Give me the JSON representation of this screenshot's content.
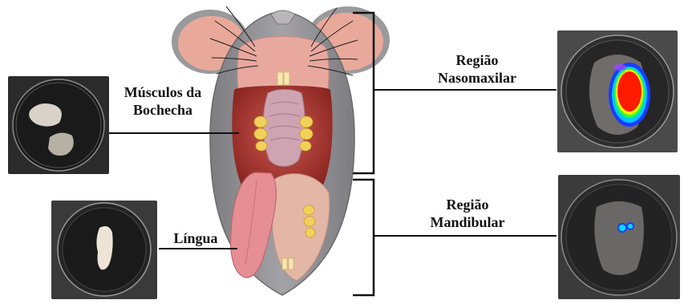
{
  "labels": {
    "cheek_muscles": [
      "Músculos da",
      "Bochecha"
    ],
    "tongue": "Língua",
    "nasomaxillary": [
      "Região",
      "Nasomaxilar"
    ],
    "mandibular": [
      "Região",
      "Mandibular"
    ]
  },
  "colors": {
    "leader_line": "#111111",
    "fur": "#8c8b8e",
    "ear": "#e9a99a",
    "tongue": "#e58e93",
    "teeth": "#f2d15a",
    "signal_high": "#ff1a00",
    "signal_low": "#1a3cff"
  },
  "photos": [
    {
      "name": "cheek-muscle-photo",
      "icon": "petri-dish-tissue"
    },
    {
      "name": "tongue-photo",
      "icon": "petri-dish-tissue"
    },
    {
      "name": "nasomaxillary-bioluminescence-photo",
      "icon": "bioluminescence-heatmap"
    },
    {
      "name": "mandibular-bioluminescence-photo",
      "icon": "bioluminescence-heatmap"
    }
  ]
}
